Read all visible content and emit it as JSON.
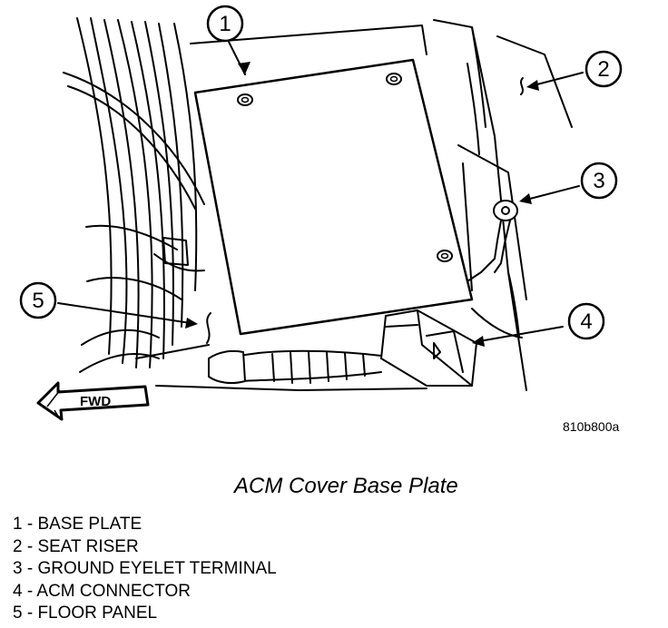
{
  "figure": {
    "code": "810b800a",
    "caption": "ACM Cover Base Plate",
    "direction_label": "FWD",
    "callouts": [
      "1",
      "2",
      "3",
      "4",
      "5"
    ]
  },
  "legend": [
    {
      "number": "1",
      "text": "1 - BASE PLATE"
    },
    {
      "number": "2",
      "text": "2 - SEAT RISER"
    },
    {
      "number": "3",
      "text": "3 - GROUND EYELET TERMINAL"
    },
    {
      "number": "4",
      "text": "4 - ACM CONNECTOR"
    },
    {
      "number": "5",
      "text": "5 - FLOOR PANEL"
    }
  ]
}
